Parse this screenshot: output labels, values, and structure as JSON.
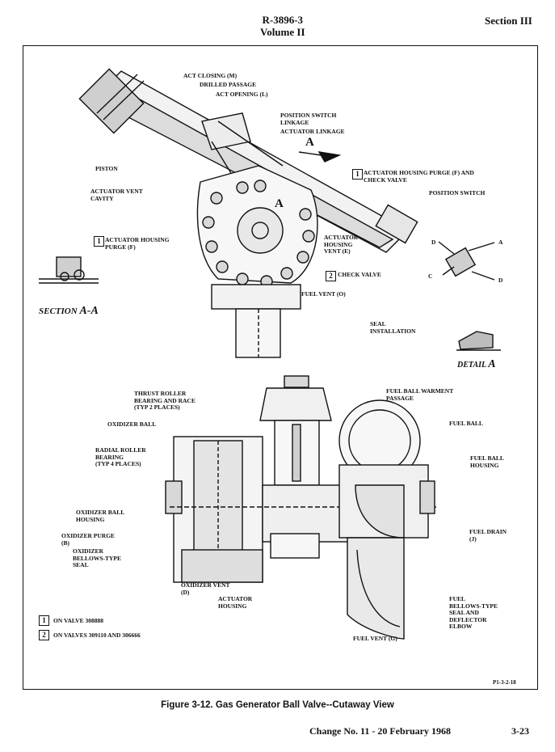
{
  "header": {
    "doc_number": "R-3896-3",
    "volume": "Volume II",
    "section": "Section III"
  },
  "figure": {
    "section_title_prefix": "SECTION",
    "section_title_letter": "A-A",
    "detail_title_prefix": "DETAIL",
    "detail_title_letter": "A",
    "view_marker": "A",
    "upper_labels": {
      "act_closing": "ACT CLOSING (M)",
      "drilled_passage": "DRILLED PASSAGE",
      "act_opening": "ACT OPENING (L)",
      "position_switch_linkage": "POSITION SWITCH\nLINKAGE",
      "actuator_linkage": "ACTUATOR LINKAGE",
      "piston": "PISTON",
      "actuator_vent_cavity": "ACTUATOR VENT\nCAVITY",
      "housing_purge_check": "ACTUATOR HOUSING PURGE (F) AND\nCHECK VALVE",
      "position_switch": "POSITION SWITCH",
      "actuator_housing_purge": "ACTUATOR HOUSING\nPURGE (F)",
      "actuator_housing_vent": "ACTUATOR\nHOUSING\nVENT (E)",
      "check_valve": "CHECK VALVE",
      "fuel_vent_o": "FUEL VENT (O)",
      "seal_installation": "SEAL\nINSTALLATION",
      "d1": "D",
      "a1": "A",
      "c1": "C",
      "d2": "D"
    },
    "lower_labels": {
      "thrust_roller": "THRUST ROLLER\nBEARING AND RACE\n(TYP 2 PLACES)",
      "oxidizer_ball": "OXIDIZER BALL",
      "radial_roller": "RADIAL ROLLER\nBEARING\n(TYP 4 PLACES)",
      "oxidizer_ball_housing": "OXIDIZER BALL\nHOUSING",
      "oxidizer_purge": "OXIDIZER PURGE\n(B)",
      "oxidizer_bellows": "OXIDIZER\nBELLOWS-TYPE\nSEAL",
      "oxidizer_vent": "OXIDIZER VENT\n(D)",
      "actuator_housing": "ACTUATOR\nHOUSING",
      "fuel_ball_warment": "FUEL BALL WARMENT\nPASSAGE",
      "fuel_ball": "FUEL BALL",
      "fuel_ball_housing": "FUEL BALL\nHOUSING",
      "fuel_drain": "FUEL DRAIN\n(J)",
      "fuel_bellows": "FUEL\nBELLOWS-TYPE\nSEAL AND\nDEFLECTOR\nELBOW",
      "fuel_vent_g": "FUEL VENT (G)"
    },
    "notes": [
      {
        "num": "1",
        "text": "ON VALVE 308888"
      },
      {
        "num": "2",
        "text": "ON VALVES 309110 AND 306666"
      }
    ],
    "callouts": {
      "one": "1",
      "two": "2"
    },
    "figure_id": "P1-3-2-18"
  },
  "caption": "Figure 3-12.  Gas Generator Ball Valve--Cutaway View",
  "footer": {
    "change": "Change No. 11 - 20 February 1968",
    "page": "3-23"
  }
}
